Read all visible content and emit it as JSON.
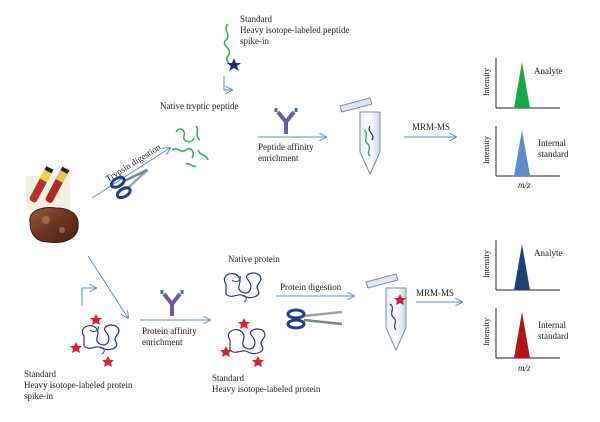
{
  "top": {
    "standard_label": "Standard",
    "heavy_peptide_label": "Heavy isotope-labeled peptide",
    "spike_in_label": "spike-in",
    "native_peptide_label": "Native tryptic peptide",
    "trypsin_label": "Trypsin digestion",
    "peptide_affinity_label_1": "Peptide affinity",
    "peptide_affinity_label_2": "enrichment",
    "mrm_label": "MRM-MS",
    "analyte_label": "Analyte",
    "internal_label_1": "Internal",
    "internal_label_2": "standard",
    "intensity_label": "Intensity",
    "mz_label": "m/z"
  },
  "bottom": {
    "native_protein_label": "Native protein",
    "protein_digestion_label": "Protein digestion",
    "protein_affinity_label_1": "Protein affinity",
    "protein_affinity_label_2": "enrichment",
    "mrm_label": "MRM-MS",
    "analyte_label": "Analyte",
    "internal_label_1": "Internal",
    "internal_label_2": "standard",
    "standard_left_label": "Standard",
    "heavy_protein_left_label": "Heavy isotope-labeled protein",
    "spike_in_label": "spike-in",
    "standard_mid_label": "Standard",
    "heavy_protein_mid_label": "Heavy isotope-labeled protein",
    "intensity_label": "Intensity",
    "mz_label": "m/z"
  },
  "colors": {
    "arrow": "#5a8fc4",
    "analyte_top": "#16a84a",
    "internal_top": "#5a8cc8",
    "analyte_bottom": "#1f3f6e",
    "internal_bottom": "#b0141a",
    "peptide_green": "#2db55d",
    "protein_navy": "#233a7a",
    "star_red": "#d9242b",
    "star_navy": "#1d2f7a"
  }
}
